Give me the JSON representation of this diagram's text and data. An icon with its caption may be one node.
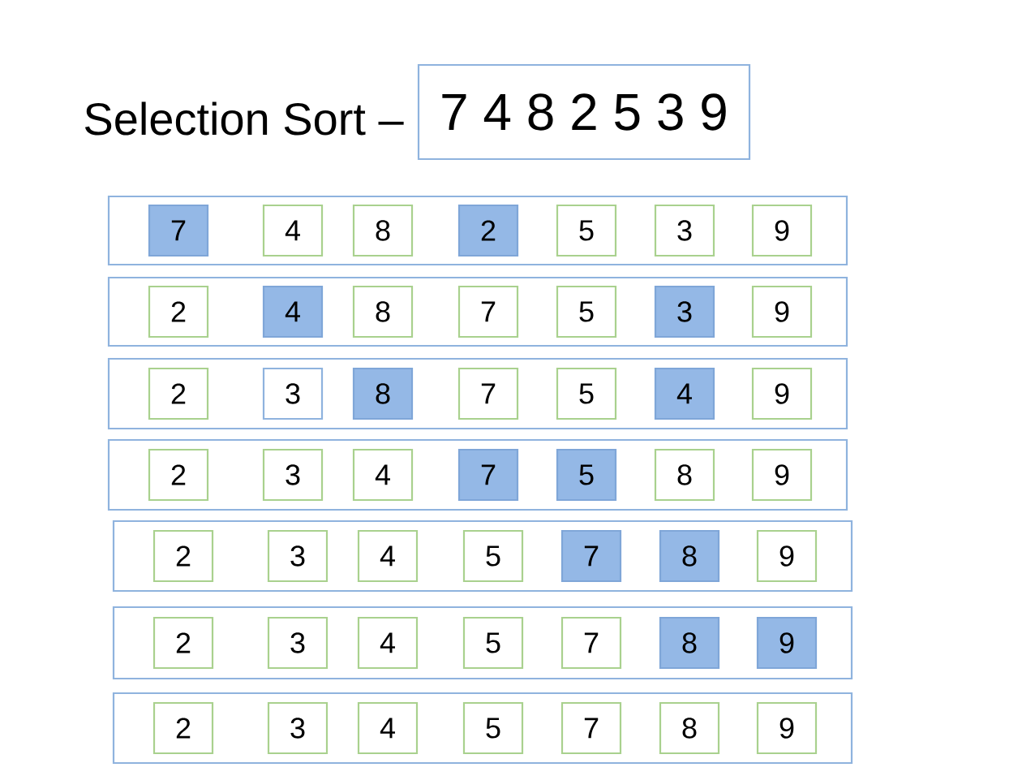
{
  "diagram": {
    "title": "Selection Sort –",
    "nodes": [
      {
        "text": [
          "7 4 8 2 5 3 9"
        ]
      },
      {
        "text": [],
        "shape": "box"
      },
      {
        "text": [
          "7"
        ],
        "in": 1
      },
      {
        "text": [
          "4"
        ],
        "in": 1
      },
      {
        "text": [
          "8"
        ],
        "in": 1
      },
      {
        "text": [
          "2"
        ],
        "in": 1
      },
      {
        "text": [
          "5"
        ],
        "in": 1
      },
      {
        "text": [
          "3"
        ],
        "in": 1
      },
      {
        "text": [
          "9"
        ],
        "in": 1
      },
      {
        "text": [],
        "shape": "box"
      },
      {
        "text": [
          "2"
        ],
        "in": 9
      },
      {
        "text": [
          "4"
        ],
        "in": 9
      },
      {
        "text": [
          "8"
        ],
        "in": 9
      },
      {
        "text": [
          "7"
        ],
        "in": 9
      },
      {
        "text": [
          "5"
        ],
        "in": 9
      },
      {
        "text": [
          "3"
        ],
        "in": 9
      },
      {
        "text": [
          "9"
        ],
        "in": 9
      },
      {
        "text": [],
        "shape": "box"
      },
      {
        "text": [
          "2"
        ],
        "in": 17
      },
      {
        "text": [
          "3"
        ],
        "in": 17
      },
      {
        "text": [
          "8"
        ],
        "in": 17
      },
      {
        "text": [
          "7"
        ],
        "in": 17
      },
      {
        "text": [
          "5"
        ],
        "in": 17
      },
      {
        "text": [
          "4"
        ],
        "in": 17
      },
      {
        "text": [
          "9"
        ],
        "in": 17
      },
      {
        "text": [],
        "shape": "box"
      },
      {
        "text": [
          "2"
        ],
        "in": 25
      },
      {
        "text": [
          "3"
        ],
        "in": 25
      },
      {
        "text": [
          "4"
        ],
        "in": 25
      },
      {
        "text": [
          "7"
        ],
        "in": 25
      },
      {
        "text": [
          "5"
        ],
        "in": 25
      },
      {
        "text": [
          "8"
        ],
        "in": 25
      },
      {
        "text": [
          "9"
        ],
        "in": 25
      },
      {
        "text": [],
        "shape": "box"
      },
      {
        "text": [
          "2"
        ],
        "in": 33
      },
      {
        "text": [
          "3"
        ],
        "in": 33
      },
      {
        "text": [
          "4"
        ],
        "in": 33
      },
      {
        "text": [
          "5"
        ],
        "in": 33
      },
      {
        "text": [
          "7"
        ],
        "in": 33
      },
      {
        "text": [
          "8"
        ],
        "in": 33
      },
      {
        "text": [
          "9"
        ],
        "in": 33
      },
      {
        "text": [],
        "shape": "box"
      },
      {
        "text": [
          "2"
        ],
        "in": 41
      },
      {
        "text": [
          "3"
        ],
        "in": 41
      },
      {
        "text": [
          "4"
        ],
        "in": 41
      },
      {
        "text": [
          "5"
        ],
        "in": 41
      },
      {
        "text": [
          "7"
        ],
        "in": 41
      },
      {
        "text": [
          "8"
        ],
        "in": 41
      },
      {
        "text": [
          "9"
        ],
        "in": 41
      },
      {
        "text": [],
        "shape": "box"
      },
      {
        "text": [
          "2"
        ],
        "in": 49
      },
      {
        "text": [
          "3"
        ],
        "in": 49
      },
      {
        "text": [
          "4"
        ],
        "in": 49
      },
      {
        "text": [
          "5"
        ],
        "in": 49
      },
      {
        "text": [
          "7"
        ],
        "in": 49
      },
      {
        "text": [
          "8"
        ],
        "in": 49
      },
      {
        "text": [
          "9"
        ],
        "in": 49
      }
    ]
  }
}
